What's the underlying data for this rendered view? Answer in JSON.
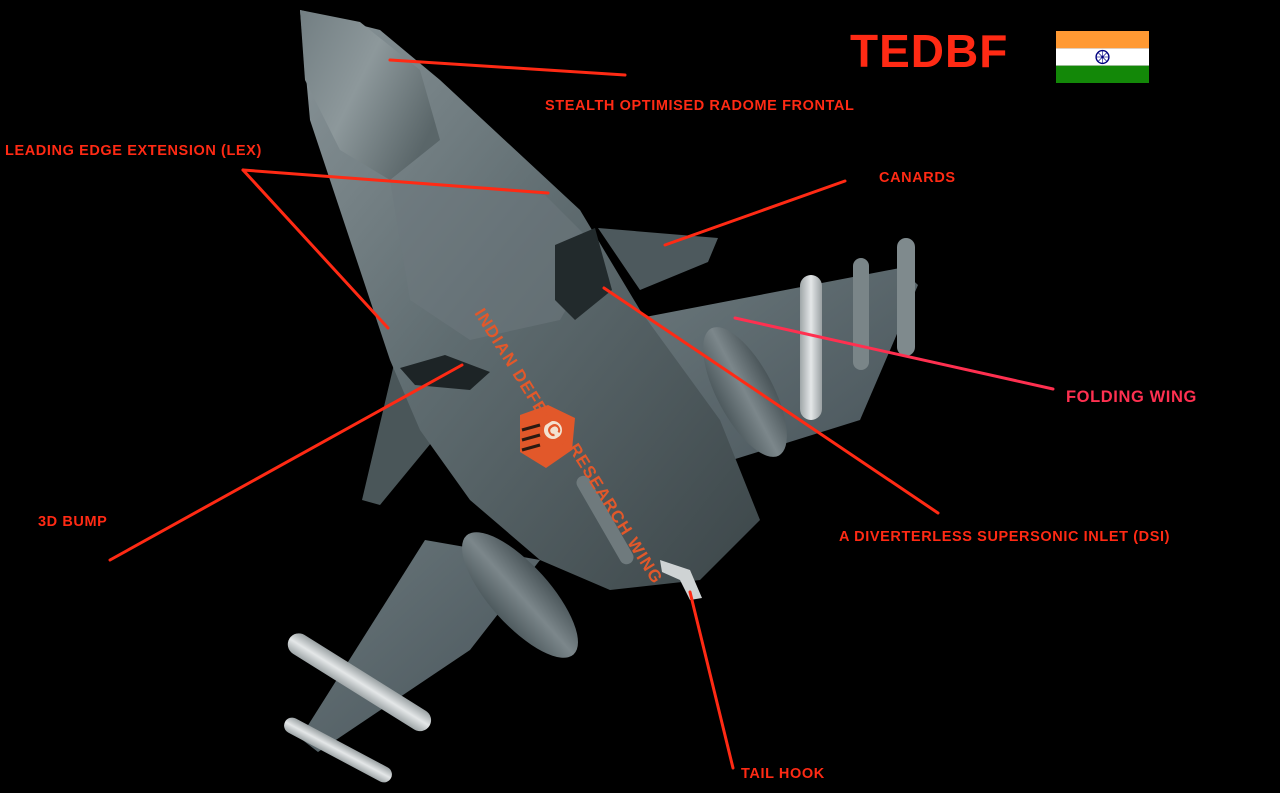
{
  "title": "TEDBF",
  "colors": {
    "background": "#000000",
    "label_red": "#ff2a14",
    "label_pink": "#ff3050",
    "leader_line": "#ff2a14",
    "leader_line_pink": "#ff3050",
    "airframe_gray": "#5d6a6e",
    "decal_orange": "#e2582a",
    "flag_saffron": "#ff9933",
    "flag_white": "#ffffff",
    "flag_green": "#138808",
    "flag_chakra": "#000080"
  },
  "flag": {
    "name": "india-flag-icon"
  },
  "fuselage_text": {
    "line1": "INDIAN DEFENCE",
    "line2": "RESEARCH WING"
  },
  "labels": [
    {
      "id": "radome",
      "text": "STEALTH  OPTIMISED RADOME FRONTAL"
    },
    {
      "id": "lex",
      "text": "LEADING EDGE EXTENSION (LEX)"
    },
    {
      "id": "canards",
      "text": "CANARDS"
    },
    {
      "id": "folding_wing",
      "text": "FOLDING WING"
    },
    {
      "id": "bump",
      "text": "3D BUMP"
    },
    {
      "id": "dsi",
      "text": "A DIVERTERLESS SUPERSONIC INLET (DSI)"
    },
    {
      "id": "tail_hook",
      "text": "TAIL HOOK"
    }
  ]
}
